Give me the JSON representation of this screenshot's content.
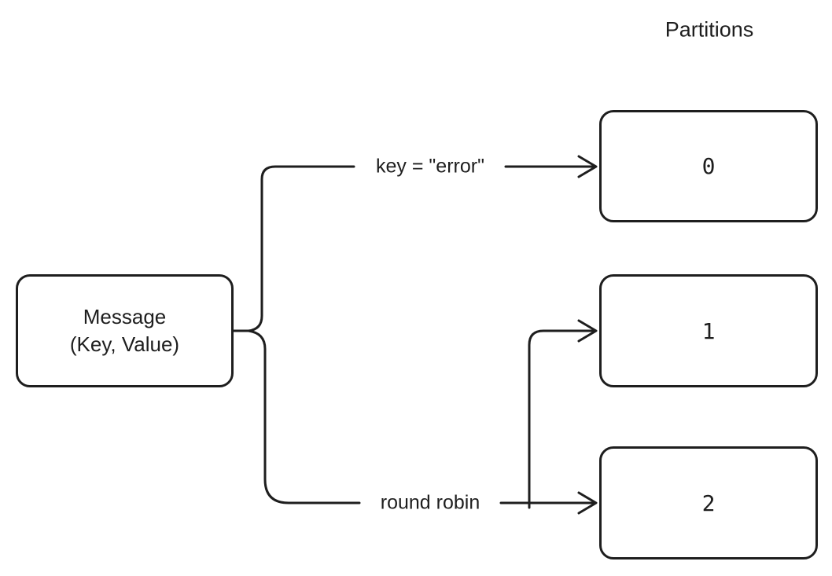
{
  "diagram": {
    "partitions_title": "Partitions",
    "message_node": {
      "line1": "Message",
      "line2": "(Key, Value)"
    },
    "edge_labels": {
      "key_route": "key = \"error\"",
      "round_robin_route": "round robin"
    },
    "partitions": [
      {
        "label": "0"
      },
      {
        "label": "1"
      },
      {
        "label": "2"
      }
    ],
    "colors": {
      "stroke": "#1e1e1e",
      "background": "#ffffff"
    }
  }
}
